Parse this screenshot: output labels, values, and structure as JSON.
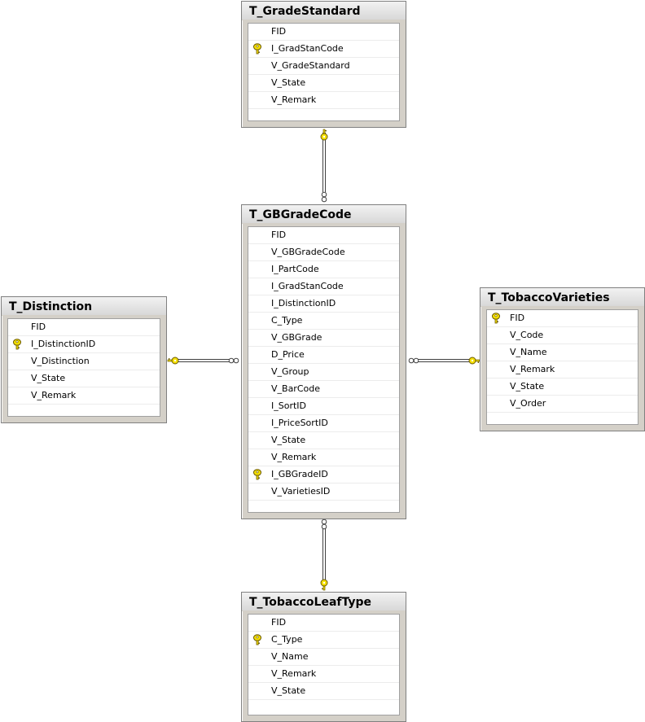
{
  "tables": [
    {
      "id": "grade-standard",
      "name": "T_GradeStandard",
      "columns": [
        {
          "name": "FID",
          "key": false
        },
        {
          "name": "I_GradStanCode",
          "key": true
        },
        {
          "name": "V_GradeStandard",
          "key": false
        },
        {
          "name": "V_State",
          "key": false
        },
        {
          "name": "V_Remark",
          "key": false
        }
      ]
    },
    {
      "id": "gb-grade-code",
      "name": "T_GBGradeCode",
      "columns": [
        {
          "name": "FID",
          "key": false
        },
        {
          "name": "V_GBGradeCode",
          "key": false
        },
        {
          "name": "I_PartCode",
          "key": false
        },
        {
          "name": "I_GradStanCode",
          "key": false
        },
        {
          "name": "I_DistinctionID",
          "key": false
        },
        {
          "name": "C_Type",
          "key": false
        },
        {
          "name": "V_GBGrade",
          "key": false
        },
        {
          "name": "D_Price",
          "key": false
        },
        {
          "name": "V_Group",
          "key": false
        },
        {
          "name": "V_BarCode",
          "key": false
        },
        {
          "name": "I_SortID",
          "key": false
        },
        {
          "name": "I_PriceSortID",
          "key": false
        },
        {
          "name": "V_State",
          "key": false
        },
        {
          "name": "V_Remark",
          "key": false
        },
        {
          "name": "I_GBGradeID",
          "key": true
        },
        {
          "name": "V_VarietiesID",
          "key": false
        }
      ]
    },
    {
      "id": "distinction",
      "name": "T_Distinction",
      "columns": [
        {
          "name": "FID",
          "key": false
        },
        {
          "name": "I_DistinctionID",
          "key": true
        },
        {
          "name": "V_Distinction",
          "key": false
        },
        {
          "name": "V_State",
          "key": false
        },
        {
          "name": "V_Remark",
          "key": false
        }
      ]
    },
    {
      "id": "tobacco-varieties",
      "name": "T_TobaccoVarieties",
      "columns": [
        {
          "name": "FID",
          "key": true
        },
        {
          "name": "V_Code",
          "key": false
        },
        {
          "name": "V_Name",
          "key": false
        },
        {
          "name": "V_Remark",
          "key": false
        },
        {
          "name": "V_State",
          "key": false
        },
        {
          "name": "V_Order",
          "key": false
        }
      ]
    },
    {
      "id": "tobacco-leaf-type",
      "name": "T_TobaccoLeafType",
      "columns": [
        {
          "name": "FID",
          "key": false
        },
        {
          "name": "C_Type",
          "key": true
        },
        {
          "name": "V_Name",
          "key": false
        },
        {
          "name": "V_Remark",
          "key": false
        },
        {
          "name": "V_State",
          "key": false
        }
      ]
    }
  ],
  "relationships": [
    {
      "from": "grade-standard",
      "to": "gb-grade-code",
      "from_end": "key",
      "to_end": "infinity"
    },
    {
      "from": "distinction",
      "to": "gb-grade-code",
      "from_end": "key",
      "to_end": "infinity"
    },
    {
      "from": "tobacco-varieties",
      "to": "gb-grade-code",
      "from_end": "key",
      "to_end": "infinity"
    },
    {
      "from": "tobacco-leaf-type",
      "to": "gb-grade-code",
      "from_end": "key",
      "to_end": "infinity"
    }
  ],
  "colors": {
    "key_fill": "#f5e000",
    "key_stroke": "#6b5a00",
    "line": "#404040"
  }
}
